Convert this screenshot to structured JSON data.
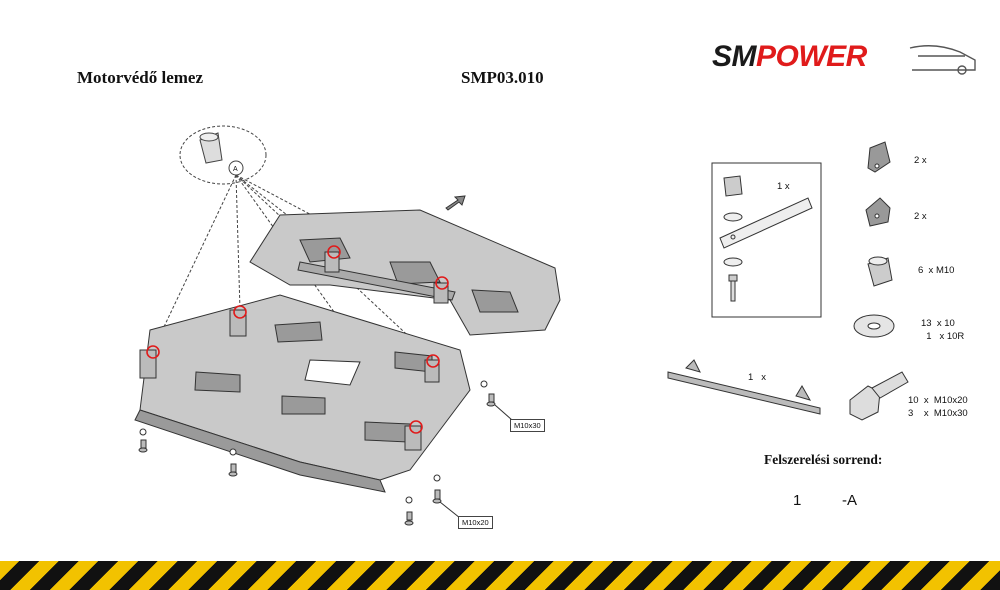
{
  "header": {
    "product_name": "Motorvédő lemez",
    "product_code": "SMP03.010"
  },
  "logo": {
    "part1": "SM",
    "part2": "POWER"
  },
  "kit_box": {
    "strap_qty": "1 x"
  },
  "parts": [
    {
      "qty": "2 x"
    },
    {
      "qty": "2 x"
    },
    {
      "qty": "6  x M10"
    },
    {
      "qty": "13  x 10\n  1   x 10R"
    },
    {
      "qty": "10  x  M10x20\n3    x  M10x30"
    }
  ],
  "rail": {
    "qty": "1   x"
  },
  "callouts": {
    "bolt_long": "M10x30",
    "bolt_short": "M10x20"
  },
  "detail": {
    "label": "A"
  },
  "sequence": {
    "title": "Felszerelési sorrend:",
    "step": "1",
    "ref": "-A"
  },
  "colors": {
    "plate_fill": "#c9c9c9",
    "plate_stroke": "#333333",
    "highlight": "#e01b1b",
    "stripe_yellow": "#f2c200",
    "stripe_black": "#111111"
  }
}
